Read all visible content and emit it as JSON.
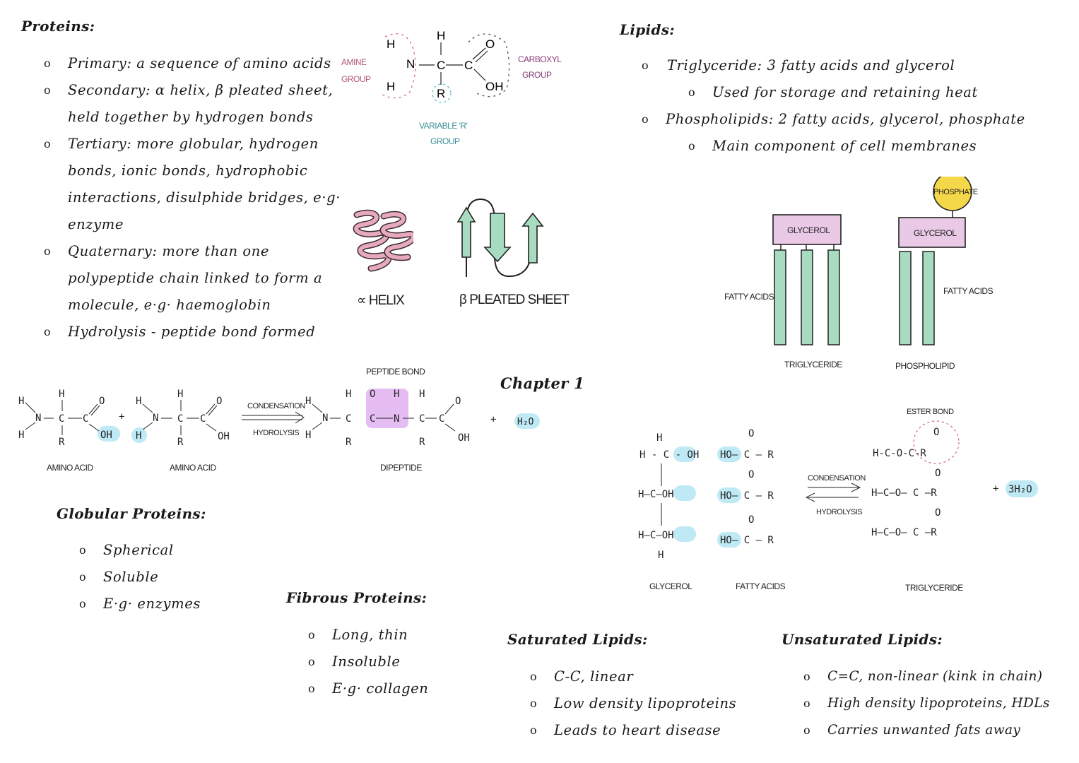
{
  "proteins": {
    "heading": "Proteins:",
    "items": [
      {
        "bullet": "o",
        "text": "Primary: a sequence of amino acids"
      },
      {
        "bullet": "o",
        "text": "Secondary: α helix, β pleated sheet,"
      },
      {
        "bullet": "",
        "text": "held together by hydrogen bonds"
      },
      {
        "bullet": "o",
        "text": "Tertiary: more globular, hydrogen"
      },
      {
        "bullet": "",
        "text": "bonds, ionic bonds, hydrophobic"
      },
      {
        "bullet": "",
        "text": "interactions, disulphide bridges, e·g·"
      },
      {
        "bullet": "",
        "text": "enzyme"
      },
      {
        "bullet": "o",
        "text": "Quaternary: more than one"
      },
      {
        "bullet": "",
        "text": "polypeptide chain linked to form a"
      },
      {
        "bullet": "",
        "text": "molecule, e·g· haemoglobin"
      },
      {
        "bullet": "o",
        "text": "Hydrolysis - peptide bond formed"
      }
    ]
  },
  "amino_structure": {
    "amine_label_1": "AMINE",
    "amine_label_2": "GROUP",
    "carboxyl_label_1": "CARBOXYL",
    "carboxyl_label_2": "GROUP",
    "variable_label_1": "VARIABLE 'R'",
    "variable_label_2": "GROUP",
    "atom_h": "H",
    "atom_n": "N",
    "atom_c": "C",
    "atom_o": "O",
    "atom_oh": "OH",
    "atom_r": "R"
  },
  "secondary_structure": {
    "alpha_label": "∝ HELIX",
    "beta_label": "β PLEATED SHEET"
  },
  "lipids": {
    "heading": "Lipids:",
    "items": [
      {
        "level": 1,
        "text": "Triglyceride: 3 fatty acids and glycerol"
      },
      {
        "level": 2,
        "text": "Used for storage and retaining heat"
      },
      {
        "level": 1,
        "text": "Phospholipids: 2 fatty acids, glycerol, phosphate"
      },
      {
        "level": 2,
        "text": "Main component of cell membranes"
      }
    ],
    "bullet": "o"
  },
  "lipid_diagrams": {
    "triglyceride_glycerol": "GLYCEROL",
    "triglyceride_fatty_acids": "FATTY ACIDS",
    "triglyceride_label": "TRIGLYCERIDE",
    "phospholipid_phosphate": "PHOSPHATE",
    "phospholipid_glycerol": "GLYCEROL",
    "phospholipid_fatty_acids": "FATTY ACIDS",
    "phospholipid_label": "PHOSPHOLIPID",
    "colors": {
      "fatty_acid": "#a8dcc0",
      "glycerol": "#e9c9e6",
      "phosphate": "#f5d84a"
    }
  },
  "peptide_reaction": {
    "peptide_bond_label": "PEPTIDE BOND",
    "condensation": "CONDENSATION",
    "hydrolysis": "HYDROLYSIS",
    "amino_acid_1": "AMINO ACID",
    "amino_acid_2": "AMINO ACID",
    "dipeptide": "DIPEPTIDE",
    "water": "H₂O",
    "plus": "+",
    "chapter": "Chapter 1"
  },
  "ester_reaction": {
    "ester_bond_label": "ESTER BOND",
    "condensation": "CONDENSATION",
    "hydrolysis": "HYDROLYSIS",
    "glycerol": "GLYCEROL",
    "fatty_acids": "FATTY ACIDS",
    "triglyceride": "TRIGLYCERIDE",
    "water": "3H₂O",
    "plus": "+",
    "g_h_top": "H",
    "g_row1": "H - C - OH",
    "g_row2": "H—C—OH",
    "g_row3": "H—C—OH",
    "g_h_bottom": "H",
    "fa_row": "HO— C — R",
    "fa_o": "O",
    "t_row1": "H-C-O-C-R",
    "t_row2": "H—C—O— C —R",
    "t_row3": "H—C—O— C —R"
  },
  "globular": {
    "heading": "Globular Proteins:",
    "items": [
      "Spherical",
      "Soluble",
      "E·g· enzymes"
    ]
  },
  "fibrous": {
    "heading": "Fibrous Proteins:",
    "items": [
      "Long, thin",
      "Insoluble",
      "E·g· collagen"
    ]
  },
  "saturated": {
    "heading": "Saturated Lipids:",
    "items": [
      "C-C, linear",
      "Low density lipoproteins",
      "Leads to heart disease"
    ]
  },
  "unsaturated": {
    "heading": "Unsaturated Lipids:",
    "items": [
      "C=C, non-linear (kink in chain)",
      "High density lipoproteins, HDLs",
      "Carries unwanted fats away"
    ]
  },
  "highlight_color": "#bfe9f5",
  "peptide_highlight_color": "#e6bdf3"
}
